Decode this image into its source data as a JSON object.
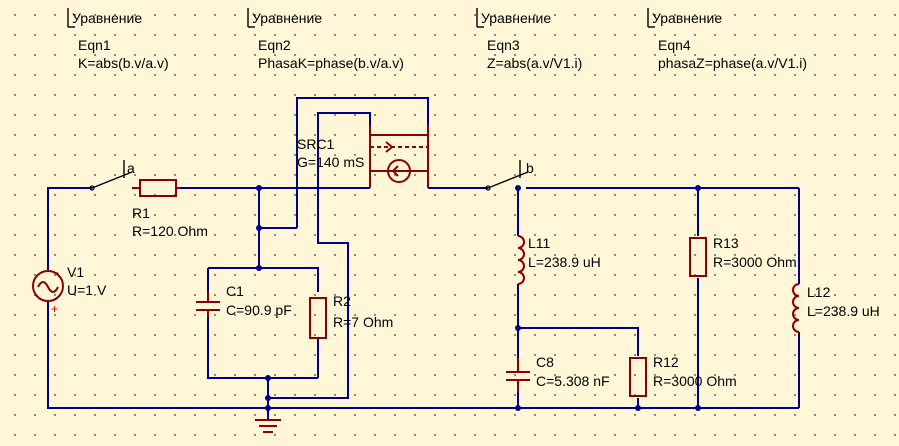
{
  "equations": [
    {
      "header": "Уравнение",
      "name": "Eqn1",
      "expr": "K=abs(b.v/a.v)"
    },
    {
      "header": "Уравнение",
      "name": "Eqn2",
      "expr": "PhasaK=phase(b.v/a.v)"
    },
    {
      "header": "Уравнение",
      "name": "Eqn3",
      "expr": "Z=abs(a.v/V1.i)"
    },
    {
      "header": "Уравнение",
      "name": "Eqn4",
      "expr": "phasaZ=phase(a.v/V1.i)"
    }
  ],
  "nodes": {
    "a": "a",
    "b": "b"
  },
  "components": {
    "V1": {
      "name": "V1",
      "value": "U=1 V",
      "minus": "-",
      "plus": "+"
    },
    "R1": {
      "name": "R1",
      "value": "R=120 Ohm"
    },
    "C1": {
      "name": "C1",
      "value": "C=90.9 pF"
    },
    "R2": {
      "name": "R2",
      "value": "R=7 Ohm"
    },
    "SRC1": {
      "name": "SRC1",
      "value": "G=140 mS"
    },
    "L11": {
      "name": "L11",
      "value": "L=238.9 uH"
    },
    "C8": {
      "name": "C8",
      "value": "C=5.308 nF"
    },
    "R12": {
      "name": "R12",
      "value": "R=3000 Ohm"
    },
    "R13": {
      "name": "R13",
      "value": "R=3000 Ohm"
    },
    "L12": {
      "name": "L12",
      "value": "L=238.9 uH"
    }
  },
  "colors": {
    "wire": "#000088",
    "component": "#8b0000",
    "background": "#fff7d8"
  }
}
